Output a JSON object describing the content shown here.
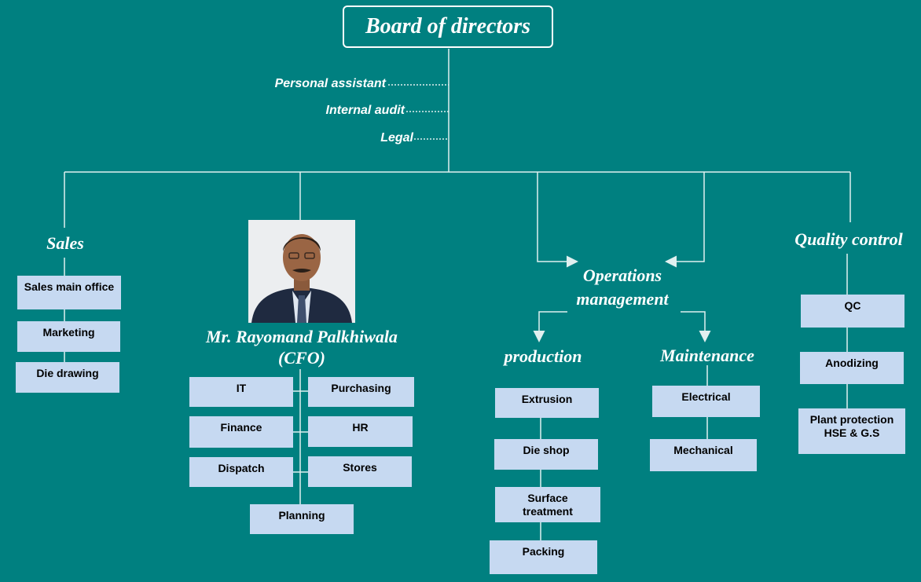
{
  "root": {
    "title": "Board of directors"
  },
  "staff": {
    "personal_assistant": "Personal assistant",
    "internal_audit": "Internal audit",
    "legal": "Legal"
  },
  "sales": {
    "title": "Sales",
    "units": [
      "Sales main office",
      "Marketing",
      "Die drawing"
    ]
  },
  "cfo": {
    "name_line1": "Mr. Rayomand Palkhiwala",
    "name_line2": "(CFO)",
    "units": [
      "IT",
      "Purchasing",
      "Finance",
      "HR",
      "Dispatch",
      "Stores",
      "Planning"
    ]
  },
  "operations": {
    "title_line1": "Operations",
    "title_line2": "management",
    "production": {
      "title": "production",
      "units": [
        "Extrusion",
        "Die shop",
        "Surface treatment",
        "Packing"
      ]
    },
    "maintenance": {
      "title": "Maintenance",
      "units": [
        "Electrical",
        "Mechanical"
      ]
    }
  },
  "quality": {
    "title": "Quality control",
    "units": [
      "QC",
      "Anodizing",
      "Plant protection HSE & G.S"
    ]
  },
  "colors": {
    "background": "#008080",
    "box_fill": "#c6d9f1",
    "line": "#e0f0f0"
  }
}
